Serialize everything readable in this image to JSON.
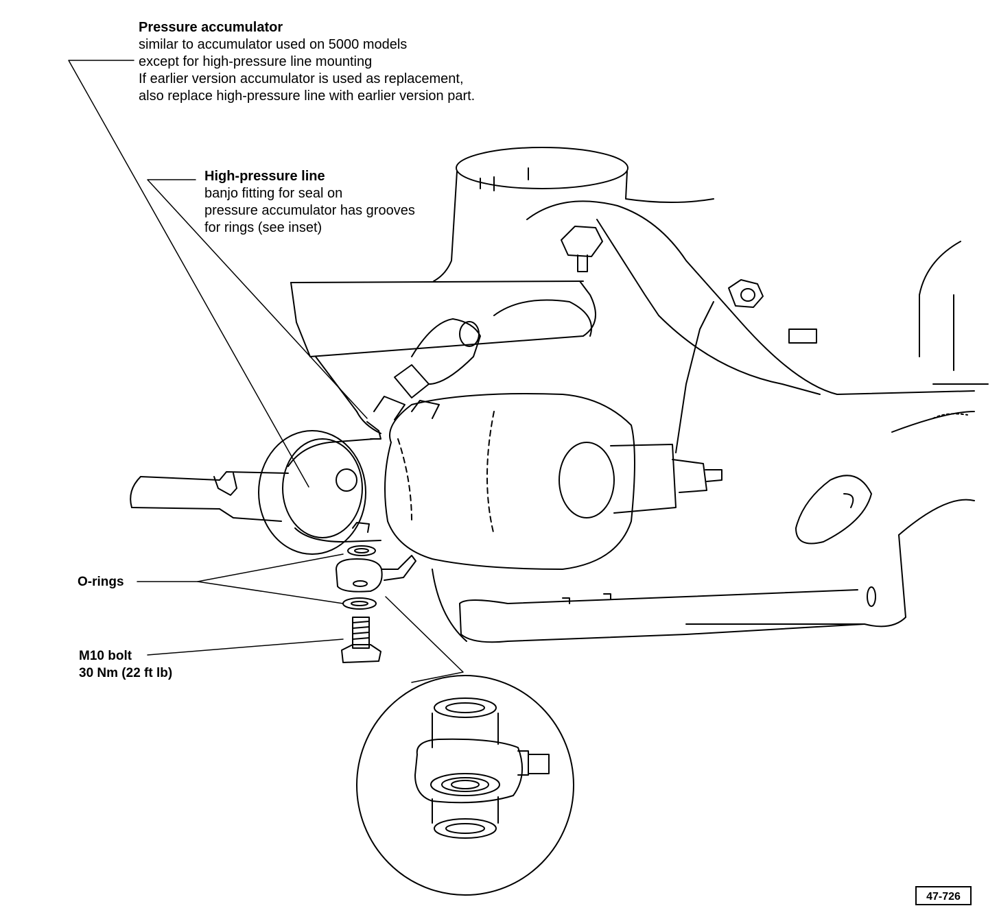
{
  "labels": {
    "pressure_accumulator": {
      "title": "Pressure accumulator",
      "lines": [
        "similar to accumulator used on 5000 models",
        "except for high-pressure line mounting",
        "If earlier version accumulator is used as replacement,",
        "also replace high-pressure line with earlier version part."
      ]
    },
    "high_pressure_line": {
      "title": "High-pressure line",
      "lines": [
        "banjo fitting for seal on",
        "pressure accumulator has grooves",
        "for rings (see inset)"
      ]
    },
    "o_rings": "O-rings",
    "bolt": {
      "line1": "M10 bolt",
      "line2": "30 Nm (22 ft lb)"
    }
  },
  "figure_number": "47-726"
}
